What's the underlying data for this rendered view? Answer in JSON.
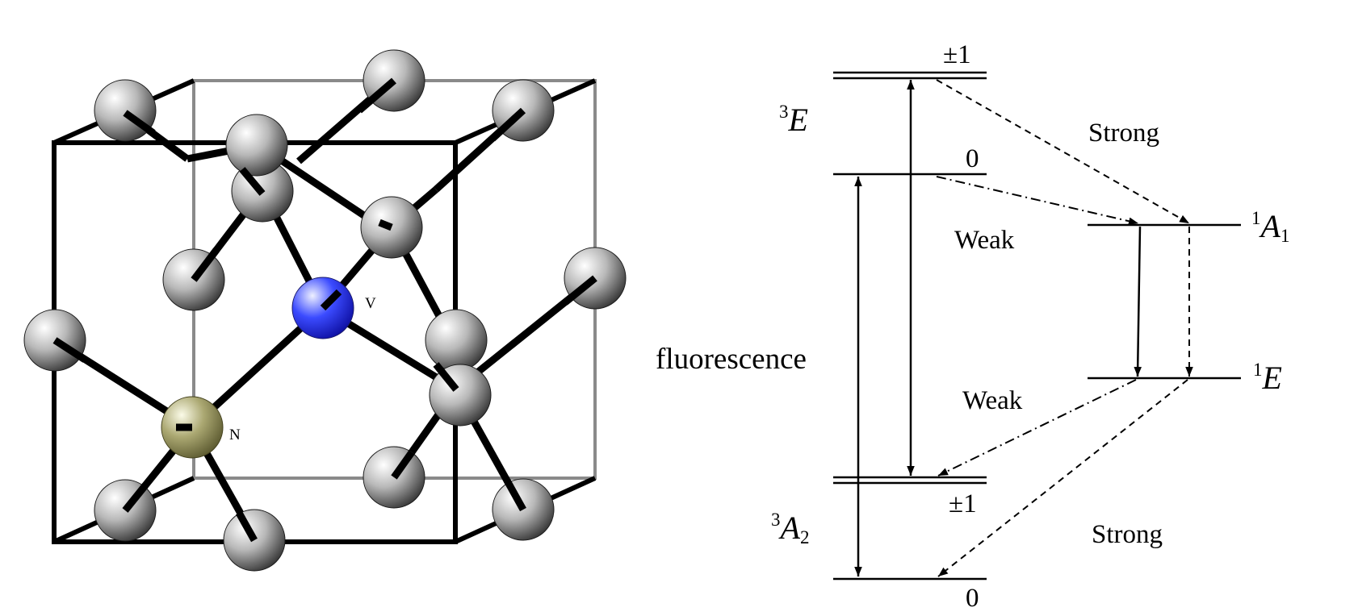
{
  "crystal": {
    "vacancy_label": "V",
    "nitrogen_label": "N",
    "colors": {
      "carbon": "#9a9a9a",
      "vacancy": "#2b3bff",
      "nitrogen": "#9c9a62",
      "bond": "#000000",
      "front_frame": "#000000",
      "back_frame": "#8a8a8a"
    }
  },
  "levels": {
    "triplet_excited": {
      "symbol": "E",
      "multiplicity": "3",
      "sub": "",
      "ms_top": "±1",
      "ms_bottom": "0"
    },
    "triplet_ground": {
      "symbol": "A",
      "multiplicity": "3",
      "sub": "2",
      "ms_top": "±1",
      "ms_bottom": "0"
    },
    "singlet_upper": {
      "symbol": "A",
      "multiplicity": "1",
      "sub": "1"
    },
    "singlet_lower": {
      "symbol": "E",
      "multiplicity": "1",
      "sub": ""
    }
  },
  "transitions": {
    "fluorescence": "fluorescence",
    "isc_upper_strong": "Strong",
    "isc_upper_weak": "Weak",
    "isc_lower_weak": "Weak",
    "isc_lower_strong": "Strong"
  }
}
